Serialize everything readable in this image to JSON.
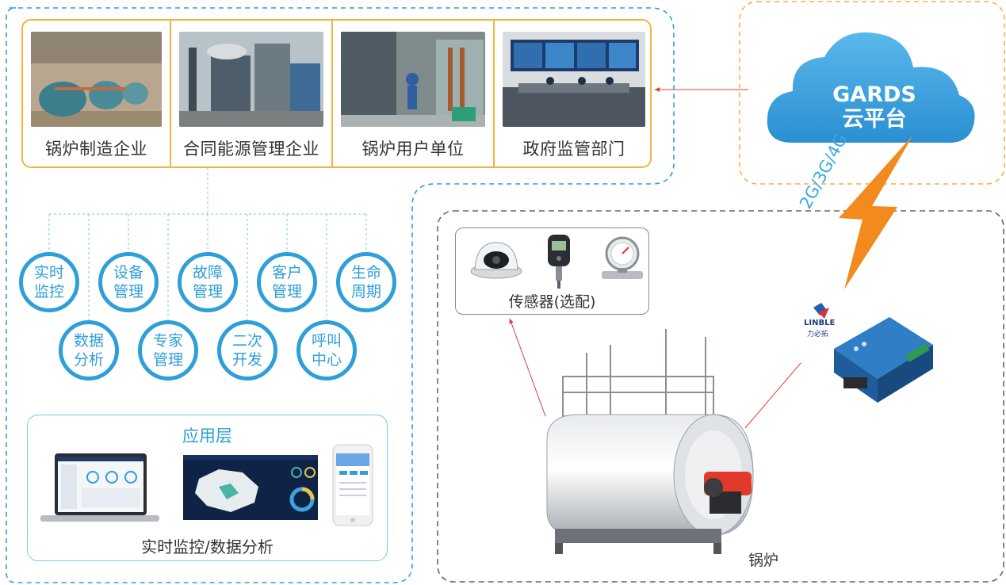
{
  "stakeholders": [
    {
      "label": "锅炉制造企业",
      "icon": "boiler-factory-photo"
    },
    {
      "label": "合同能源管理企业",
      "icon": "power-plant-photo"
    },
    {
      "label": "锅炉用户单位",
      "icon": "boiler-room-photo"
    },
    {
      "label": "政府监管部门",
      "icon": "control-room-photo"
    }
  ],
  "functions": [
    "实时\n监控",
    "设备\n管理",
    "故障\n管理",
    "客户\n管理",
    "生命\n周期",
    "数据\n分析",
    "专家\n管理",
    "二次\n开发",
    "呼叫\n中心"
  ],
  "app_layer": {
    "title": "应用层",
    "caption": "实时监控/数据分析",
    "devices": [
      "laptop-dashboard",
      "map-dashboard-screen",
      "mobile-app-phone"
    ]
  },
  "cloud": {
    "line1": "GARDS",
    "line2": "云平台"
  },
  "network": {
    "label": "2G/3G/4G"
  },
  "sensors": {
    "label": "传感器(选配)",
    "icons": [
      "camera-icon",
      "digital-gauge-icon",
      "flow-meter-icon"
    ]
  },
  "gateway": {
    "brand": "LINBLE",
    "brand_cn": "力必拓"
  },
  "boiler": {
    "label": "锅炉"
  },
  "colors": {
    "orange": "#f3b33d",
    "blue": "#2e9fd8",
    "cloud": "#3aa0dc",
    "bolt": "#f28a1e",
    "arrow": "#e23b3b"
  }
}
